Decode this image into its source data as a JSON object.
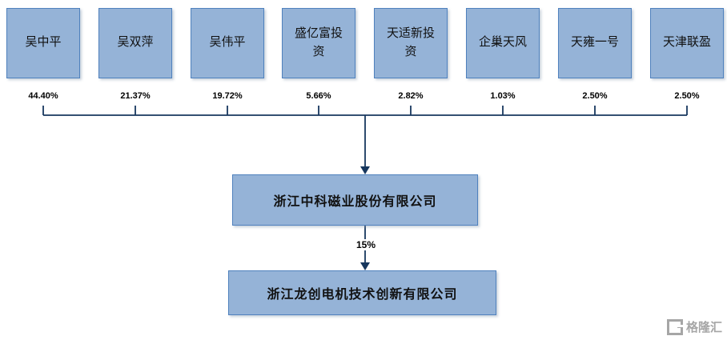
{
  "diagram": {
    "shareholders": [
      {
        "name": "吴中平",
        "percent": "44.40%"
      },
      {
        "name": "吴双萍",
        "percent": "21.37%"
      },
      {
        "name": "吴伟平",
        "percent": "19.72%"
      },
      {
        "name": "盛亿富投资",
        "percent": "5.66%"
      },
      {
        "name": "天适新投资",
        "percent": "2.82%"
      },
      {
        "name": "企巢天风",
        "percent": "1.03%"
      },
      {
        "name": "天雍一号",
        "percent": "2.50%"
      },
      {
        "name": "天津联盈",
        "percent": "2.50%"
      }
    ],
    "parent_company": "浙江中科磁业股份有限公司",
    "ownership_label": "15%",
    "subsidiary_company": "浙江龙创电机技术创新有限公司",
    "colors": {
      "box_fill": "#95B3D7",
      "box_border": "#4F81BD",
      "line": "#17375E"
    },
    "watermark": "格隆汇"
  }
}
